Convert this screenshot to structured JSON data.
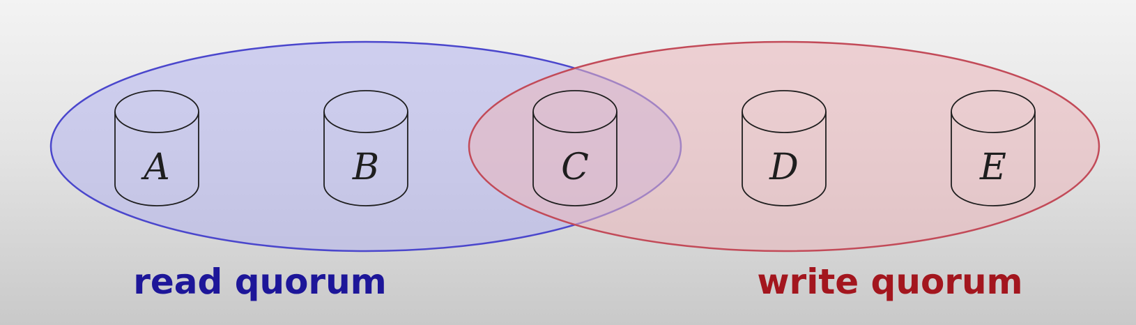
{
  "colors": {
    "read_stroke": "#4a46cc",
    "read_fill": "#b5b5ee",
    "read_label": "#1d1699",
    "write_stroke": "#c24a58",
    "write_fill": "#ebb6bc",
    "write_label": "#a3161e"
  },
  "nodes": [
    {
      "label": "A"
    },
    {
      "label": "B"
    },
    {
      "label": "C"
    },
    {
      "label": "D"
    },
    {
      "label": "E"
    }
  ],
  "read_quorum": {
    "label": "read quorum",
    "members": [
      "A",
      "B",
      "C"
    ]
  },
  "write_quorum": {
    "label": "write quorum",
    "members": [
      "C",
      "D",
      "E"
    ]
  }
}
